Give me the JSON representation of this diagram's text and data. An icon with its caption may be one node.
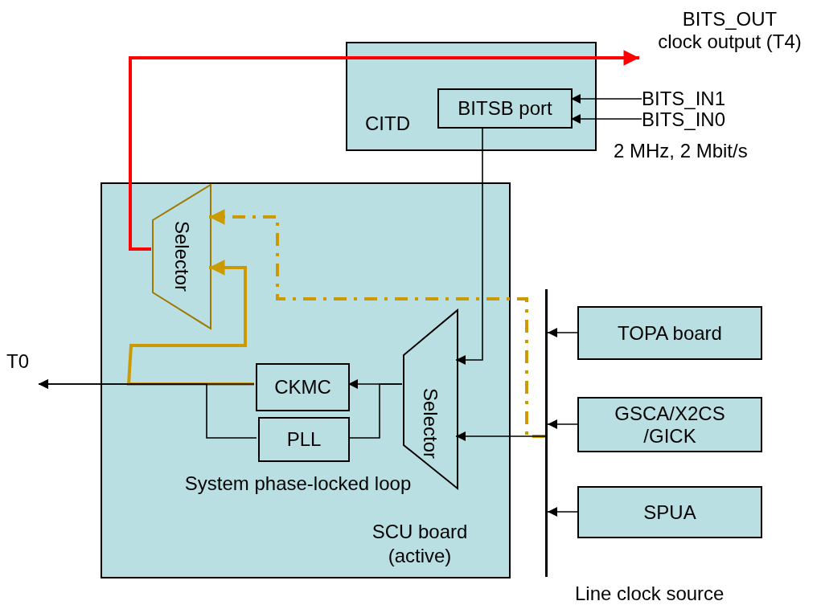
{
  "diagram": {
    "nodes": [
      {
        "text": [
          "CITD"
        ]
      },
      {
        "text": [
          "BITSB port"
        ],
        "in": 0
      },
      {
        "text": [
          "SCU board (active)"
        ]
      },
      {
        "text": [
          "Selector"
        ],
        "in": 2
      },
      {
        "text": [
          "CKMC"
        ],
        "in": 2
      },
      {
        "text": [
          "PLL"
        ],
        "in": 2
      },
      {
        "text": [
          "Selector"
        ],
        "in": 2
      },
      {
        "text": [
          "TOPA board"
        ]
      },
      {
        "text": [
          "GSCA/X2CS /GICK"
        ]
      },
      {
        "text": [
          "SPUA"
        ]
      },
      {
        "text": [],
        "shape": "bar",
        "beside": [
          "Line clock source"
        ]
      },
      {
        "text": [
          "BITS_IN1"
        ]
      },
      {
        "text": [
          "BITS_IN0"
        ]
      },
      {
        "text": [
          "BITS_OUT",
          "clock output (T4)"
        ]
      },
      {
        "text": [
          "T0"
        ]
      }
    ],
    "edges": [
      {
        "from": 11,
        "to": 1,
        "arrow": "to"
      },
      {
        "from": 12,
        "to": 1,
        "arrow": "to"
      },
      {
        "from": 3,
        "to": 13,
        "arrow": "to",
        "style": "thick",
        "color": "#ff0000"
      },
      {
        "from": 1,
        "to": 6,
        "arrow": "to"
      },
      {
        "from": 7,
        "to": 10,
        "arrow": "to"
      },
      {
        "from": 8,
        "to": 10,
        "arrow": "to"
      },
      {
        "from": 9,
        "to": 10,
        "arrow": "to"
      },
      {
        "from": 10,
        "to": 6,
        "arrow": "to"
      },
      {
        "from": 6,
        "to": 4,
        "arrow": "to"
      },
      {
        "from": 6,
        "to": 5,
        "arrow": "none"
      },
      {
        "from": 4,
        "to": 14,
        "arrow": "to"
      },
      {
        "from": 5,
        "to": 14,
        "arrow": "to"
      },
      {
        "from": 4,
        "to": 3,
        "arrow": "to",
        "style": "thick",
        "color": "#cc9900"
      },
      {
        "from": 10,
        "to": 3,
        "arrow": "to",
        "style": "dashed",
        "color": "#cc9900"
      }
    ],
    "labels": [
      "2 MHz, 2 Mbit/s",
      "System phase-locked loop"
    ]
  }
}
